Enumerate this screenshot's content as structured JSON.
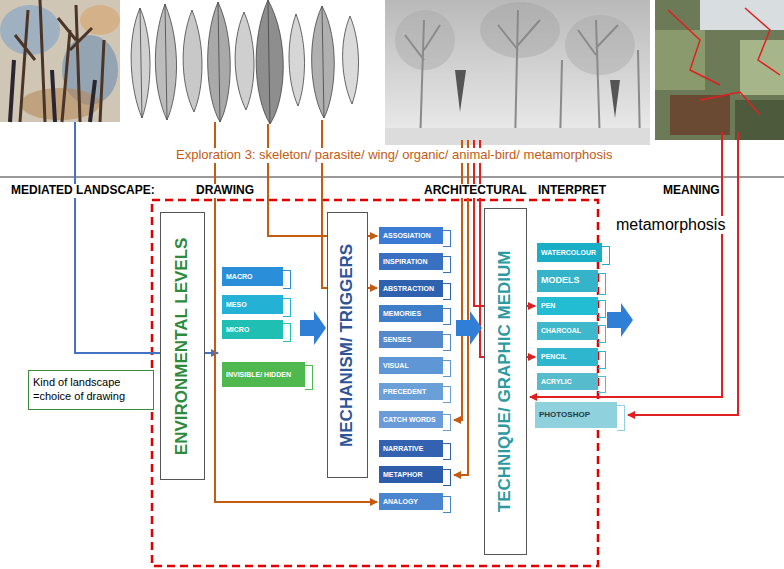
{
  "diagram": {
    "nodes": [
      {
        "text": [
          "ENVIRONMENTAL LEVELS"
        ]
      },
      {
        "text": [
          "MACRO"
        ]
      },
      {
        "text": [
          "MESO"
        ]
      },
      {
        "text": [
          "MICRO"
        ]
      },
      {
        "text": [
          "INVISIBLE/ HIDDEN"
        ]
      },
      {
        "text": [
          "Kind of landscape =choice of drawing"
        ]
      },
      {
        "text": [
          "MECHANISM/ TRIGGERS"
        ]
      },
      {
        "text": [
          "ASSOSIATION"
        ]
      },
      {
        "text": [
          "INSPIRATION"
        ]
      },
      {
        "text": [
          "ABSTRACTION"
        ]
      },
      {
        "text": [
          "MEMORIES"
        ]
      },
      {
        "text": [
          "SENSES"
        ]
      },
      {
        "text": [
          "VISUAL"
        ]
      },
      {
        "text": [
          "PRECEDENT"
        ]
      },
      {
        "text": [
          "CATCH WORDS"
        ]
      },
      {
        "text": [
          "NARRATIVE"
        ]
      },
      {
        "text": [
          "METAPHOR"
        ]
      },
      {
        "text": [
          "ANALOGY"
        ]
      },
      {
        "text": [
          "TECHNIQUE/ GRAPHIC MEDIUM"
        ]
      },
      {
        "text": [
          "WATERCOLOUR"
        ]
      },
      {
        "text": [
          "MODELS"
        ]
      },
      {
        "text": [
          "PEN"
        ]
      },
      {
        "text": [
          "CHARCOAL"
        ]
      },
      {
        "text": [
          "PENCIL"
        ]
      },
      {
        "text": [
          "ACRYLIC"
        ]
      },
      {
        "text": [
          "PHOTOSHOP"
        ]
      }
    ],
    "labels": [
      "Exploration 3: skeleton/ parasite/ wing/ organic/ animal-bird/ metamorphosis",
      "MEDIATED LANDSCAPE:",
      "DRAWING",
      "ARCHITECTURAL",
      "INTERPRET",
      "MEANING",
      "metamorphosis"
    ]
  }
}
